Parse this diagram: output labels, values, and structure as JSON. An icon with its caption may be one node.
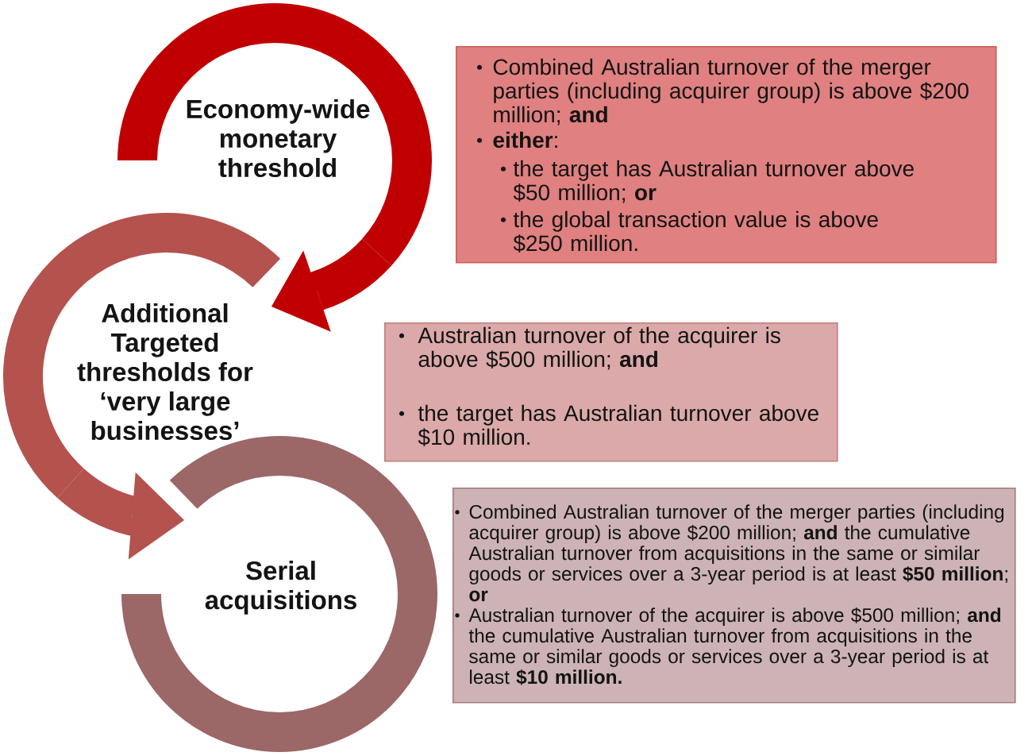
{
  "diagram": {
    "nodes": [
      {
        "text": [
          "Economy-wide monetary threshold"
        ]
      },
      {
        "text": [
          "Combined Australian turnover of the merger parties (including acquirer group) is above $200 million; **and**",
          "**either**:",
          "the target has Australian turnover above $50 million; **or**",
          "the global transaction value is above $250 million."
        ]
      },
      {
        "text": [
          "Additional Targeted thresholds for ‘very large businesses’"
        ]
      },
      {
        "text": [
          "Australian turnover of the acquirer is above $500 million; **and**",
          "the target has Australian turnover above $10 million."
        ]
      },
      {
        "text": [
          "Serial acquisitions"
        ]
      },
      {
        "text": [
          "Combined Australian turnover of the merger parties (including acquirer group) is above $200 million; **and** the cumulative Australian turnover from acquisitions in the same or similar goods or services over a 3-year period is at least **$50 million**; **or**",
          "Australian turnover of the acquirer is above $500 million; **and** the cumulative Australian turnover from acquisitions in the same or similar goods or services over a 3-year period is at least **$10 million.**"
        ]
      }
    ],
    "edges": [
      {
        "from": 0,
        "to": 2,
        "arrow": "to",
        "color": "#c00000"
      },
      {
        "from": 2,
        "to": 4,
        "arrow": "to",
        "color": "#b4524e"
      }
    ]
  }
}
